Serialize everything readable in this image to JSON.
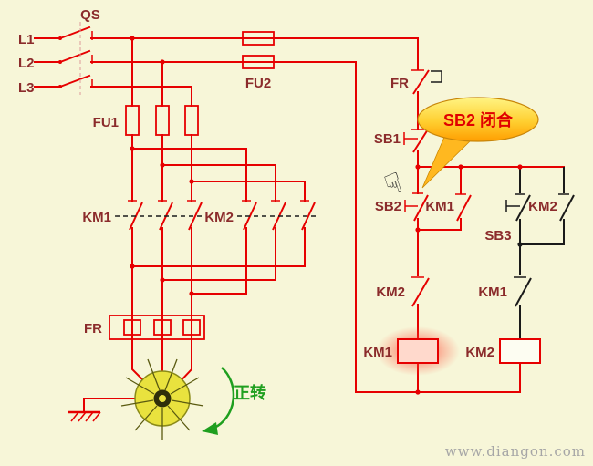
{
  "diagram": {
    "bg": "#f7f6d8",
    "watermark": "www.diangon.com",
    "callout": {
      "text": "SB2 闭合"
    },
    "rotation_label": "正转",
    "hand_icon": "☟",
    "power": {
      "phases": [
        "L1",
        "L2",
        "L3"
      ],
      "switch": "QS",
      "fuse_main": "FU1",
      "fuse_control": "FU2",
      "contactor_fwd": "KM1",
      "contactor_rev": "KM2",
      "overload": "FR"
    },
    "control": {
      "overload_contact": "FR",
      "stop_button": "SB1",
      "start_fwd_button": "SB2",
      "fwd_seal_contact": "KM1",
      "start_rev_button": "SB3",
      "rev_seal_contact": "KM2",
      "rev_interlock_contact": "KM2",
      "fwd_interlock_contact": "KM1",
      "fwd_coil": "KM1",
      "rev_coil": "KM2"
    },
    "colors": {
      "wire": "#e60000",
      "wire_inactive": "#1a1a1a",
      "label": "#8b2b2b",
      "callout_text": "#e00000",
      "rotation": "#1f9f1f",
      "motor": "#e9e23e",
      "glow": "#ff3322",
      "watermark": "#a6a6a6"
    }
  }
}
